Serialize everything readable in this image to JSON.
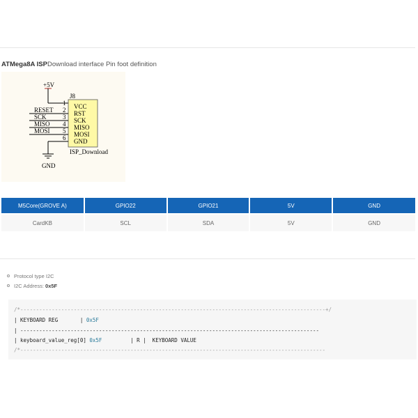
{
  "heading": {
    "bold": "ATMega8A ISP",
    "rest": "Download interface Pin foot definition"
  },
  "schematic": {
    "power_label": "+5V",
    "header_ref": "J8",
    "pin_numbers": [
      "1",
      "2",
      "3",
      "4",
      "5",
      "6"
    ],
    "pin_names": [
      "VCC",
      "RST",
      "SCK",
      "MISO",
      "MOSI",
      "GND"
    ],
    "net_labels": [
      "RESET",
      "SCK",
      "MISO",
      "MOSI"
    ],
    "component_name": "ISP_Download",
    "ground_label": "GND",
    "box_color": "#fff9a6"
  },
  "table": {
    "headers": [
      "M5Core(GROVE A)",
      "GPIO22",
      "GPIO21",
      "5V",
      "GND"
    ],
    "row": [
      "CardKB",
      "SCL",
      "SDA",
      "5V",
      "GND"
    ],
    "header_color": "#1565b6"
  },
  "bullets": {
    "protocol": "Protocol type I2C",
    "address_label": "I2C Address: ",
    "address_value": "0x5F"
  },
  "code": {
    "line1": "/*-------------------------------------------------------------------------------------------------+/",
    "line2_a": "| KEYBOARD REG       | ",
    "line2_b": "0x5F",
    "line3": "| -----------------------------------------------------------------------------------------------",
    "line4_a": "| keyboard_value_reg[0] ",
    "line4_b": "0x5F",
    "line4_c": "         | R |  KEYBOARD VALUE",
    "line5": "/*-------------------------------------------------------------------------------------------------"
  }
}
